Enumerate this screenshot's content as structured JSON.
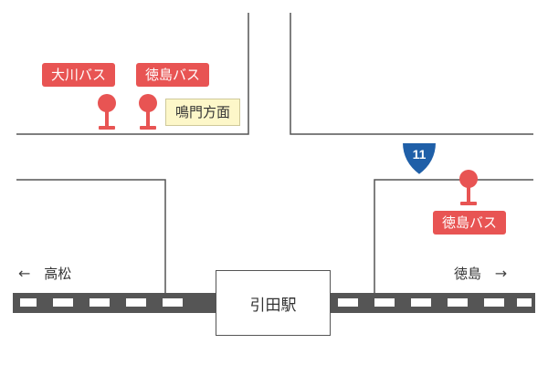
{
  "map": {
    "station": "引田駅",
    "route_number": "11",
    "directions": {
      "west": {
        "label": "高松",
        "arrow": "←"
      },
      "east": {
        "label": "徳島",
        "arrow": "→"
      }
    },
    "bus_stops": {
      "okawa": {
        "label": "大川バス"
      },
      "tokushima_north": {
        "label": "徳島バス"
      },
      "tokushima_east": {
        "label": "徳島バス"
      }
    },
    "naruto_direction": "鳴門方面",
    "colors": {
      "bus_stop": "#e85453",
      "route_shield": "#1f5fa8",
      "railway": "#555555",
      "road_line": "#555555",
      "direction_box": "#fdf7c9"
    }
  }
}
